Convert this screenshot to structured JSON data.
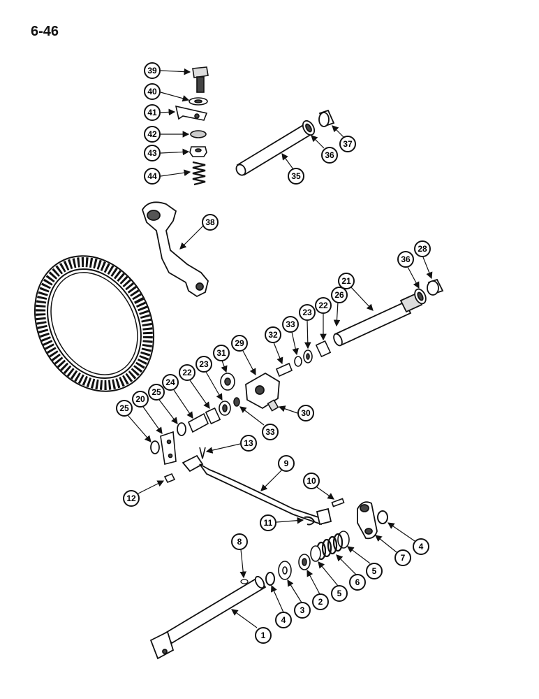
{
  "page": {
    "number": "6-46"
  },
  "colors": {
    "ink": "#111111",
    "paper": "#ffffff",
    "shade": "#555555"
  },
  "callouts": [
    "39",
    "40",
    "41",
    "42",
    "43",
    "44",
    "35",
    "36",
    "37",
    "38",
    "21",
    "36",
    "28",
    "26",
    "22",
    "23",
    "33",
    "32",
    "29",
    "31",
    "23",
    "22",
    "24",
    "25",
    "20",
    "25",
    "30",
    "33",
    "13",
    "9",
    "12",
    "10",
    "11",
    "8",
    "7",
    "4",
    "5",
    "6",
    "5",
    "2",
    "3",
    "4",
    "1"
  ]
}
